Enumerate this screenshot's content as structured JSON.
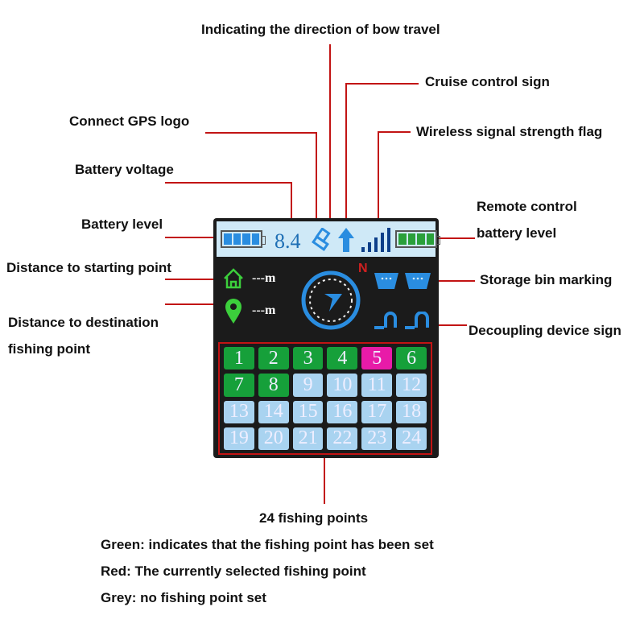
{
  "labels": {
    "bow_direction": "Indicating the direction of bow travel",
    "cruise": "Cruise control sign",
    "gps": "Connect GPS logo",
    "wireless": "Wireless signal strength flag",
    "battery_voltage": "Battery voltage",
    "remote_battery_1": "Remote control",
    "remote_battery_2": "battery level",
    "battery_level": "Battery level",
    "dist_start": "Distance to starting point",
    "storage": "Storage bin marking",
    "dist_dest_1": "Distance to destination",
    "dist_dest_2": "fishing point",
    "decoupling": "Decoupling device sign",
    "points_title": "24 fishing points",
    "green": "Green: indicates that the fishing point has been set",
    "red": "Red: The currently selected fishing point",
    "grey": "Grey: no fishing point set"
  },
  "device": {
    "voltage": "8.4",
    "compass_n": "N",
    "dist_start": "---m",
    "dist_dest": "---m",
    "colors": {
      "set": "#16a03a",
      "selected": "#e81ba8",
      "unset": "#a9d3f0",
      "line": "#c21414"
    },
    "points": [
      {
        "n": "1",
        "s": "set"
      },
      {
        "n": "2",
        "s": "set"
      },
      {
        "n": "3",
        "s": "set"
      },
      {
        "n": "4",
        "s": "set"
      },
      {
        "n": "5",
        "s": "selected"
      },
      {
        "n": "6",
        "s": "set"
      },
      {
        "n": "7",
        "s": "set"
      },
      {
        "n": "8",
        "s": "set"
      },
      {
        "n": "9",
        "s": "unset"
      },
      {
        "n": "10",
        "s": "unset"
      },
      {
        "n": "11",
        "s": "unset"
      },
      {
        "n": "12",
        "s": "unset"
      },
      {
        "n": "13",
        "s": "unset"
      },
      {
        "n": "14",
        "s": "unset"
      },
      {
        "n": "15",
        "s": "unset"
      },
      {
        "n": "16",
        "s": "unset"
      },
      {
        "n": "17",
        "s": "unset"
      },
      {
        "n": "18",
        "s": "unset"
      },
      {
        "n": "19",
        "s": "unset"
      },
      {
        "n": "20",
        "s": "unset"
      },
      {
        "n": "21",
        "s": "unset"
      },
      {
        "n": "22",
        "s": "unset"
      },
      {
        "n": "23",
        "s": "unset"
      },
      {
        "n": "24",
        "s": "unset"
      }
    ]
  }
}
